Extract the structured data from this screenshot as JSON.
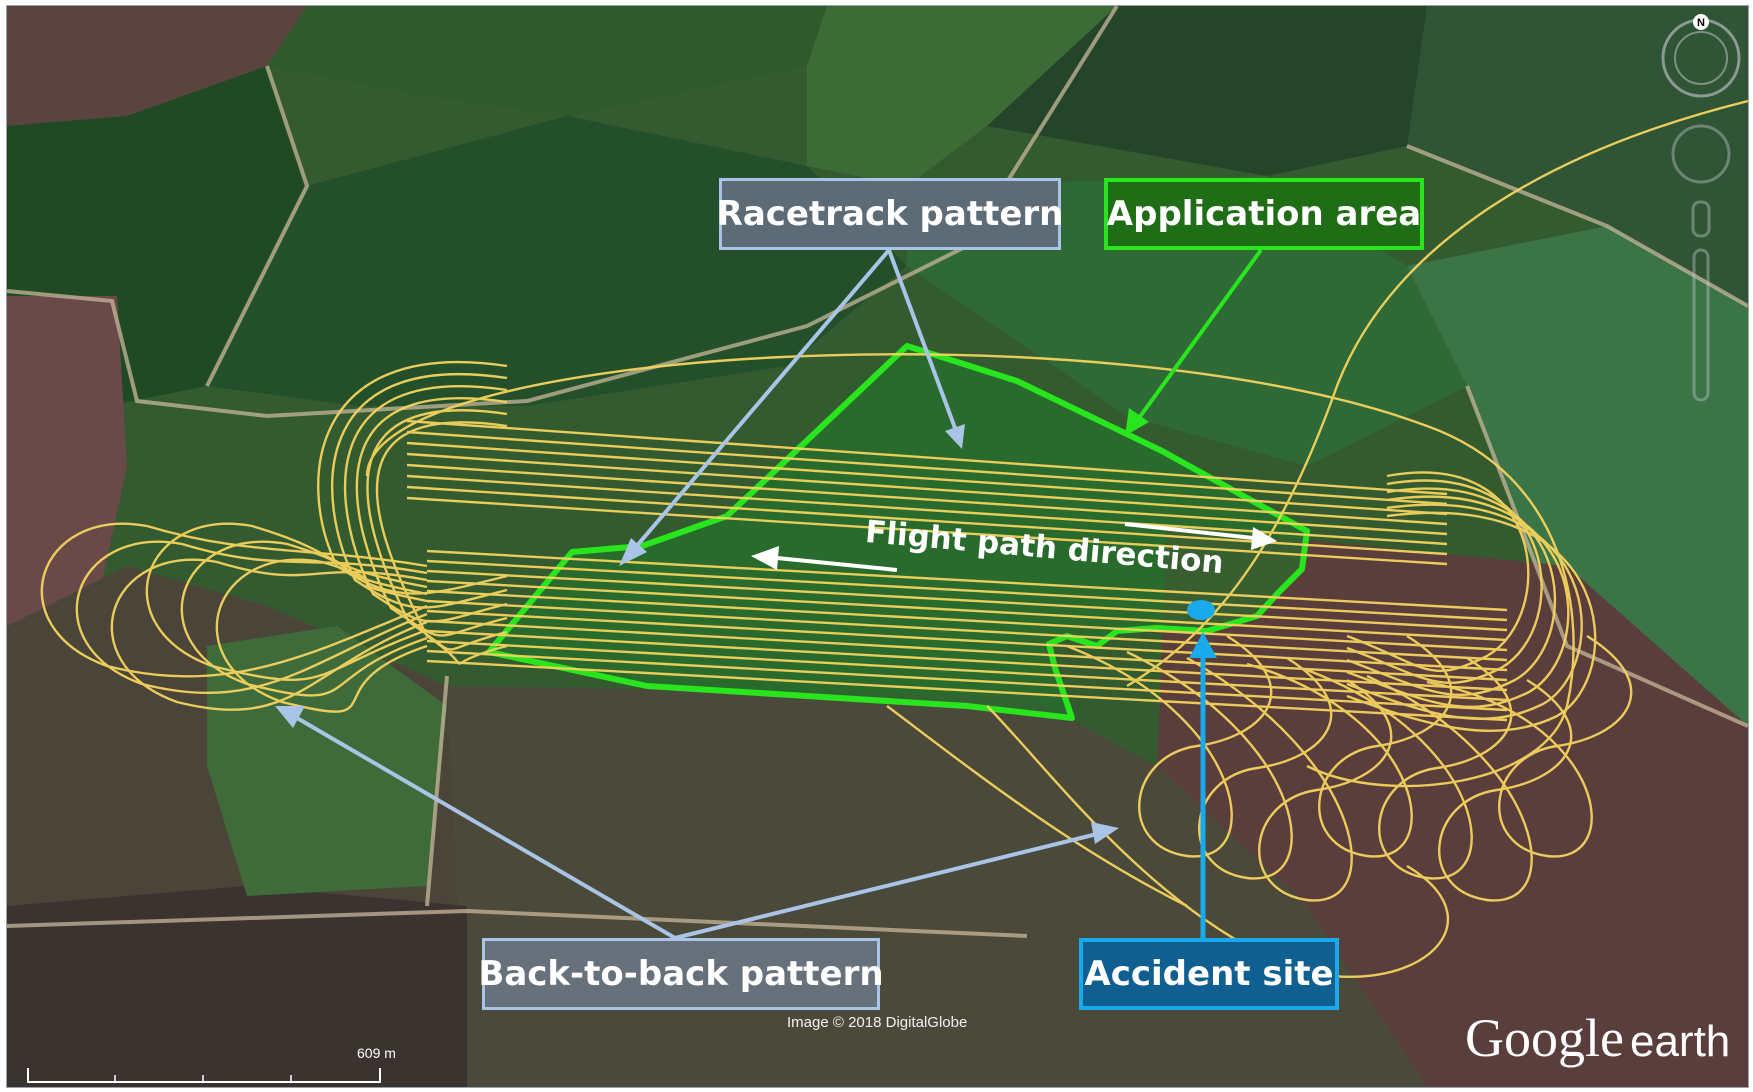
{
  "labels": {
    "racetrack": "Racetrack pattern",
    "application": "Application area",
    "flight": "Flight path direction",
    "back_to_back": "Back-to-back pattern",
    "accident": "Accident site"
  },
  "credit": "Image © 2018 DigitalGlobe",
  "logo": {
    "google": "Google",
    "earth": "earth"
  },
  "scale": {
    "distance": "609 m"
  },
  "compass": {
    "north": "N"
  },
  "colors": {
    "flight_track": "#f4d35e",
    "application_outline": "#28e51e",
    "racetrack_label_border": "#a9c4e6",
    "accident_marker": "#1aa9ea",
    "arrow_white": "#ffffff"
  }
}
